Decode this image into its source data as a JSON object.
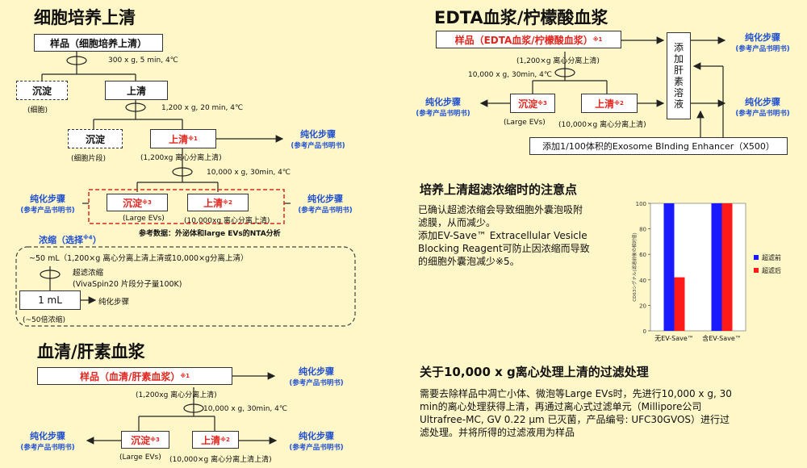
{
  "left": {
    "title": "细胞培养上清",
    "sample": "样品（细胞培养上清）",
    "spin1": "300 x g, 5 min, 4℃",
    "sediment1": "沉淀",
    "sediment1_note": "(细胞)",
    "supernatant1": "上清",
    "spin2": "1,200 x g, 20 min, 4℃",
    "sediment2": "沉淀",
    "sediment2_note": "(细胞片段)",
    "supernatant2": "上清",
    "supernatant2_mark": "※1",
    "supernatant2_note": "(1,200xg 离心分离上清)",
    "spin3": "10,000 x g, 30min, 4℃",
    "sediment3": "沉淀",
    "sediment3_mark": "※3",
    "sediment3_note": "(Large EVs)",
    "supernatant3": "上清",
    "supernatant3_mark": "※2",
    "supernatant3_note": "(10,000xg 离心分离上清)",
    "purify_title": "纯化步骤",
    "purify_sub": "(参考产品书明书)",
    "ref": "参考数据：外泌体和large EVs的NTA分析",
    "concentrate_title": "浓缩（选择",
    "concentrate_mark": "※4",
    "concentrate_close": "）",
    "conc_volume": "~50 mL（1,200×g 离心分离上清上清或10,000×g分离上清）",
    "conc_method": "超滤浓缩",
    "conc_method_sub": "(VivaSpin20 片段分子量100K)",
    "conc_box": "1 mL",
    "conc_purify": "纯化步骤",
    "conc_ratio": "(~50倍浓缩)"
  },
  "serum": {
    "title": "血清/肝素血浆",
    "sample": "样品（血清/肝素血浆）",
    "sample_mark": "※1",
    "note1": "(1,200xg 离心分离上清)",
    "spin": "10,000 x g, 30min, 4℃",
    "sediment": "沉淀",
    "sediment_mark": "※3",
    "sediment_note": "(Large EVs)",
    "supernatant": "上清",
    "supernatant_mark": "※2",
    "supernatant_note": "(10,000×g 离心分离上清上清)",
    "purify_title": "纯化步骤",
    "purify_sub": "(参考产品书明书)"
  },
  "edta": {
    "title": "EDTA血浆/柠檬酸血浆",
    "sample": "样品（EDTA血浆/柠檬酸血浆）",
    "sample_mark": "※1",
    "note1": "(1,200×g 离心分离上清)",
    "spin": "10,000 x g, 30min, 4℃",
    "sediment": "沉淀",
    "sediment_mark": "※3",
    "sediment_note": "(Large EVs)",
    "supernatant": "上清",
    "supernatant_mark": "※2",
    "supernatant_note": "(10,000×g 离心分离上清)",
    "add_solution": [
      "添",
      "加",
      "肝",
      "素",
      "溶",
      "液"
    ],
    "enhancer": "添加1/100体积的Exosome BInding Enhancer（X500）",
    "purify_title": "纯化步骤",
    "purify_sub": "(参考产品书明书)"
  },
  "notes": {
    "title1": "培养上清超滤浓缩时的注意点",
    "para1_l1": "已确认超滤浓缩会导致细胞外囊泡吸附",
    "para1_l2": "滤膜，从而减少。",
    "para1_l3": "添加EV-Save™ Extracellular Vesicle",
    "para1_l4": "Blocking Reagent可防止因浓缩而导致",
    "para1_l5": "的细胞外囊泡减少※5。",
    "title2": "关于10,000 x g离心处理上清的过滤处理",
    "para2_l1": "需要去除样品中凋亡小体、微泡等Large EVs时，先进行10,000 x g, 30",
    "para2_l2": "min的离心处理获得上清，再通过离心式过滤单元（Millipore公司",
    "para2_l3": "Ultrafree-MC, GV 0.22 µm 已灭菌，产品编号: UFC30GVOS）进行过",
    "para2_l4": "滤处理。并将所得的过滤液用为样品"
  },
  "chart_data": {
    "type": "bar",
    "categories": [
      "无EV-Save™",
      "含EV-Save™"
    ],
    "series": [
      {
        "name": "超滤前",
        "values": [
          100,
          100
        ],
        "color": "#1a1aff"
      },
      {
        "name": "超滤后",
        "values": [
          42,
          100
        ],
        "color": "#ff1a1a"
      }
    ],
    "ylabel": "CD63シグナル(滤過前後の相対値)",
    "ylim": [
      0,
      100
    ],
    "yticks": [
      0,
      20,
      40,
      60,
      80,
      100
    ],
    "legend": "right",
    "grid": false
  }
}
